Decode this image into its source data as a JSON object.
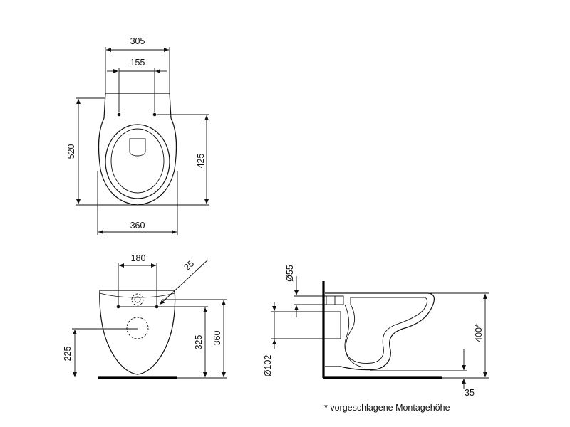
{
  "views": {
    "top": {
      "dims": {
        "overall_width": "305",
        "hole_spacing": "155",
        "length": "520",
        "bowl_length": "425",
        "max_width": "360"
      }
    },
    "back": {
      "dims": {
        "hole_spacing": "180",
        "hole_diameter": "25",
        "bottom_height": "225",
        "outlet_height": "325",
        "total_height": "360"
      }
    },
    "side": {
      "dims": {
        "inlet_diameter": "Ø55",
        "outlet_diameter": "Ø102",
        "mounting_height": "400*",
        "floor_offset": "35"
      }
    }
  },
  "footnote": "* vorgeschlagene Montagehöhe"
}
